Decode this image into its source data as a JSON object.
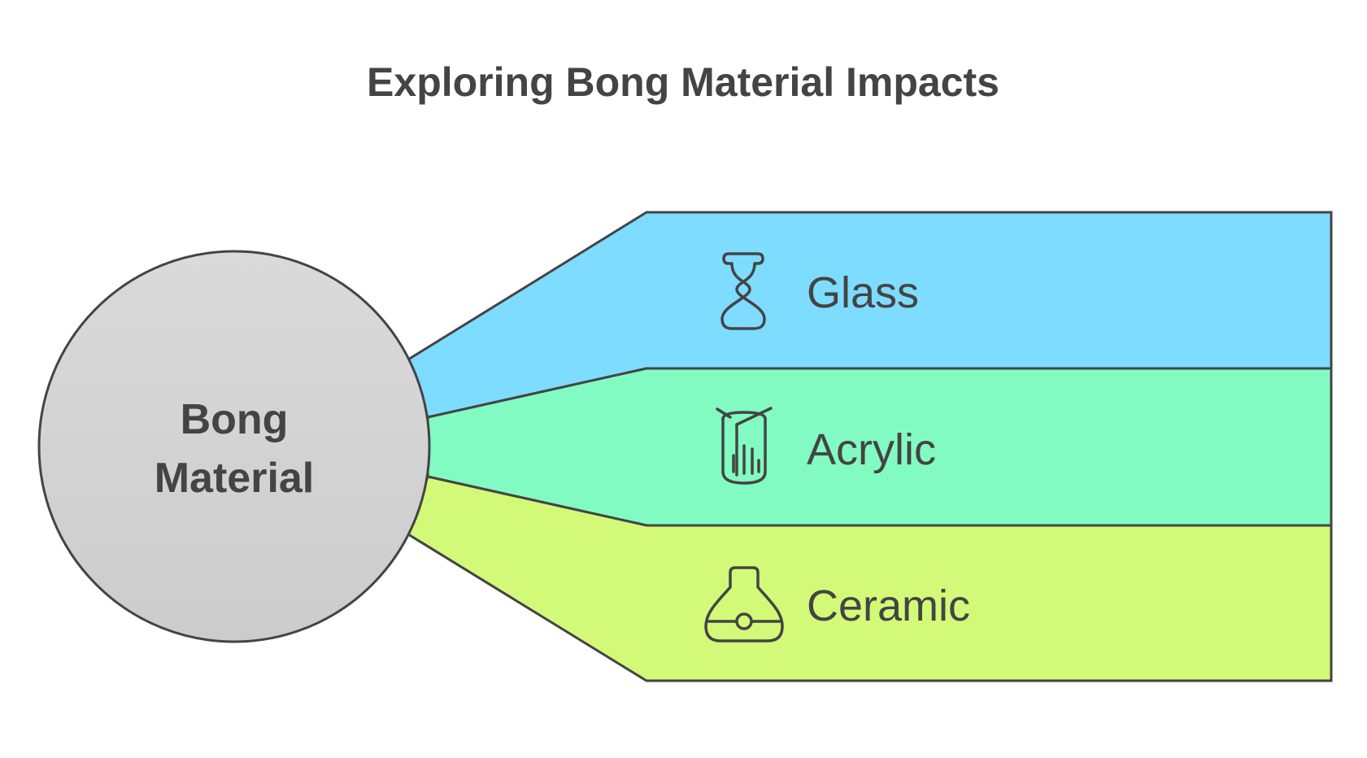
{
  "title": "Exploring Bong Material Impacts",
  "hub": {
    "line1": "Bong",
    "line2": "Material"
  },
  "branches": [
    {
      "label": "Glass",
      "color": "#7ddcff",
      "icon": "glass-vase-icon"
    },
    {
      "label": "Acrylic",
      "color": "#82fbc2",
      "icon": "acrylic-tube-icon"
    },
    {
      "label": "Ceramic",
      "color": "#d2fa78",
      "icon": "ceramic-flask-icon"
    }
  ],
  "colors": {
    "stroke": "#444444",
    "text": "#444444",
    "hub_fill_top": "#dadada",
    "hub_fill_bottom": "#cccccc"
  }
}
